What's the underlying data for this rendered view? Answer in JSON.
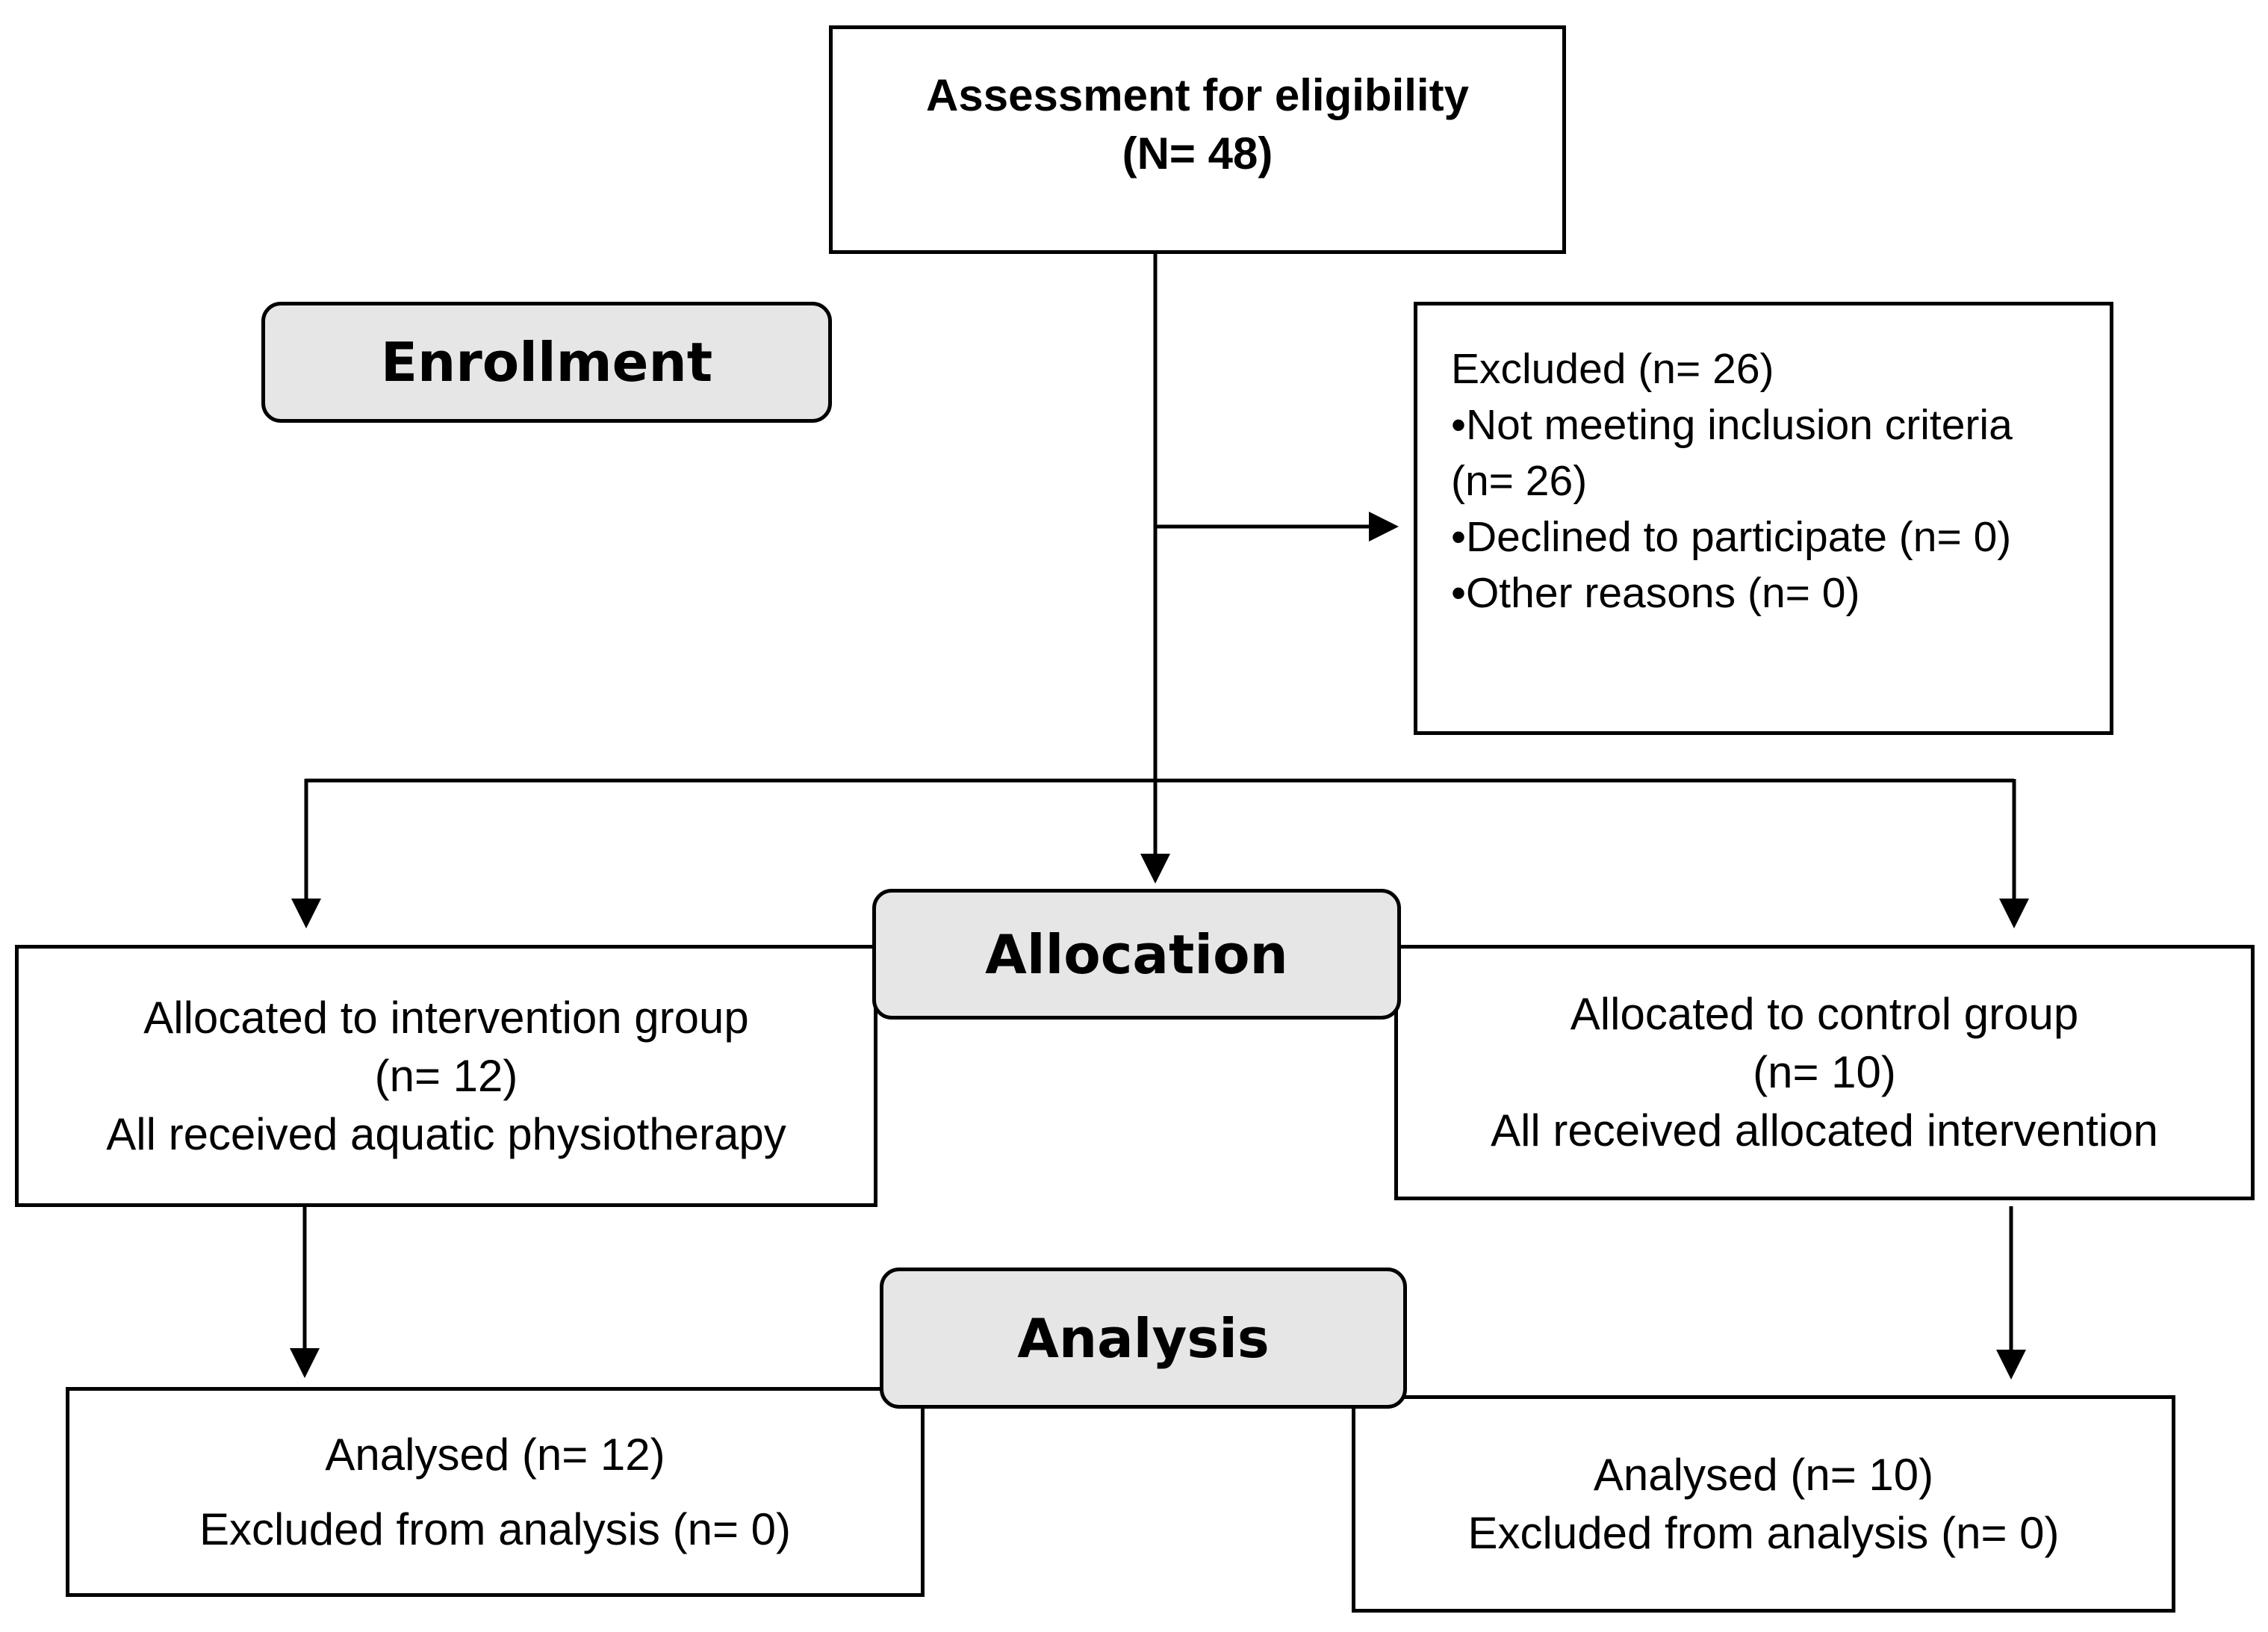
{
  "stages": {
    "enrollment": "Enrollment",
    "allocation": "Allocation",
    "analysis": "Analysis"
  },
  "assessment": {
    "title": "Assessment for eligibility",
    "count": "(N= 48)"
  },
  "excluded": {
    "heading": "Excluded (n= 26)",
    "lines": [
      "•Not meeting inclusion criteria",
      "(n= 26)",
      "•Declined to participate (n= 0)",
      "•Other reasons (n= 0)"
    ]
  },
  "intervention": {
    "title": "Allocated to intervention group",
    "count": "(n= 12)",
    "note": "All received aquatic physiotherapy"
  },
  "control": {
    "title": "Allocated to control group",
    "count": "(n= 10)",
    "note": "All received allocated intervention"
  },
  "analysis_intervention": {
    "analysed": "Analysed (n= 12)",
    "excluded": "Excluded  from analysis (n= 0)"
  },
  "analysis_control": {
    "analysed": "Analysed (n= 10)",
    "excluded": "Excluded  from analysis (n= 0)"
  },
  "colors": {
    "line": "#000000",
    "stage_fill": "#e6e6e6",
    "box_fill": "#ffffff"
  }
}
